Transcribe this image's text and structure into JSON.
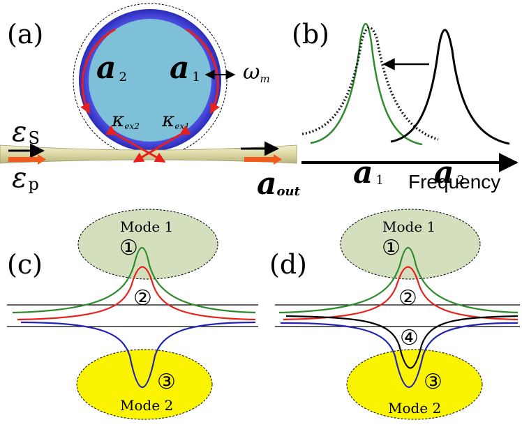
{
  "panels": {
    "a": {
      "label": "(a)",
      "mode_a2": {
        "symbol": "a",
        "subscript": "2"
      },
      "mode_a1": {
        "symbol": "a",
        "subscript": "1"
      },
      "omega": {
        "symbol": "ω",
        "subscript": "m"
      },
      "kappa_ex2": {
        "symbol": "κ",
        "subscript": "ex2"
      },
      "kappa_ex1": {
        "symbol": "κ",
        "subscript": "ex1"
      },
      "eps_s": {
        "symbol": "ε",
        "subscript": "S"
      },
      "eps_p": {
        "symbol": "ε",
        "subscript": "p"
      },
      "a_out": {
        "symbol": "a",
        "subscript": "out"
      }
    },
    "b": {
      "label": "(b)",
      "peak_a1": {
        "symbol": "a",
        "subscript": "1"
      },
      "peak_a2": {
        "symbol": "a",
        "subscript": "2"
      },
      "axis_label": "Frequency"
    },
    "c": {
      "label": "(c)",
      "mode1": "Mode 1",
      "mode2": "Mode 2",
      "markers": [
        "①",
        "②",
        "③"
      ]
    },
    "d": {
      "label": "(d)",
      "mode1": "Mode 1",
      "mode2": "Mode 2",
      "markers": [
        "①",
        "②",
        "④",
        "③"
      ]
    }
  },
  "colors": {
    "green": "#2e8b2e",
    "red": "#e8201c",
    "blue": "#2323b4",
    "black": "#000000",
    "orange": "#f25a1e",
    "ring_outer": "#3f3fd6",
    "ring_inner": "#7ec0d8",
    "mode1_fill": "#d4dfbe",
    "mode2_fill": "#fbf400",
    "fiber": "#e6e3b8"
  }
}
